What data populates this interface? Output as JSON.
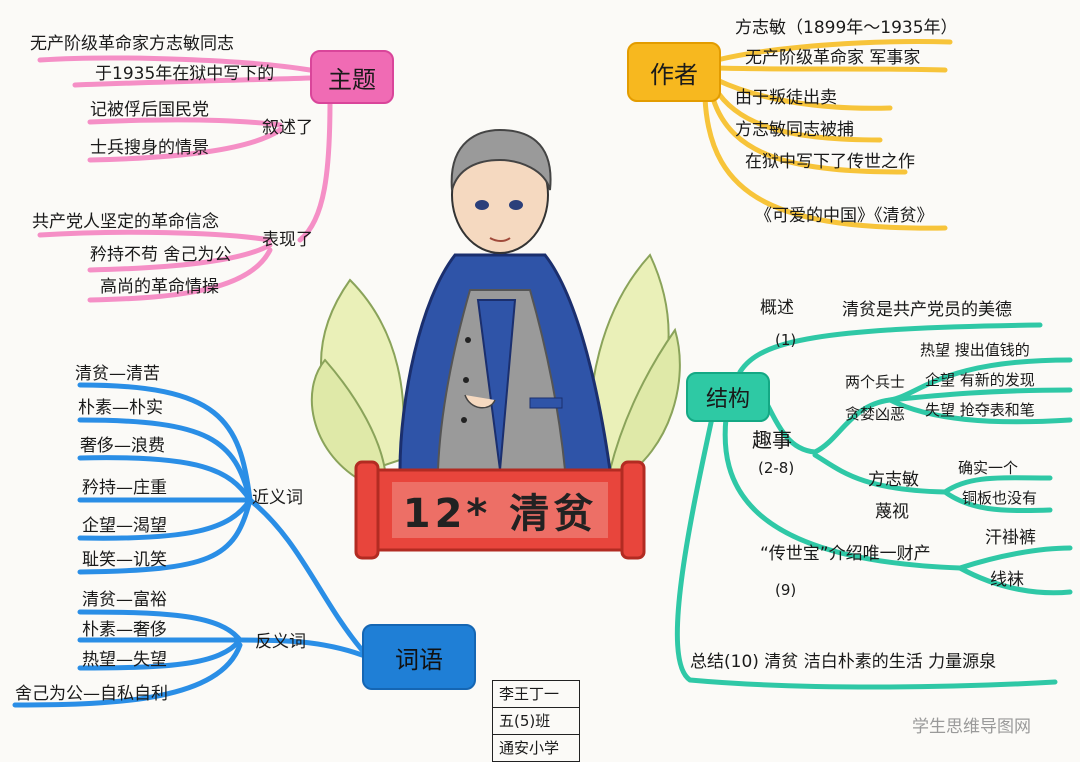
{
  "title": "12* 清贫",
  "topic": {
    "label": "主题",
    "lines": [
      "无产阶级革命家方志敏同志",
      "于1935年在狱中写下的",
      "记被俘后国民党",
      "士兵搜身的情景"
    ],
    "narrate_label": "叙述了",
    "express_label": "表现了",
    "express_lines": [
      "共产党人坚定的革命信念",
      "矜持不苟 舍己为公",
      "高尚的革命情操"
    ]
  },
  "author": {
    "label": "作者",
    "lines": [
      "方志敏（1899年～1935年）",
      "无产阶级革命家 军事家",
      "由于叛徒出卖",
      "方志敏同志被捕",
      "在狱中写下了传世之作",
      "《可爱的中国》《清贫》"
    ]
  },
  "structure": {
    "label": "结构",
    "overview_label": "概述",
    "overview_num": "(1)",
    "overview_text": "清贫是共产党员的美德",
    "story_label": "趣事",
    "story_num": "(2-8)",
    "soldiers_label": "两个兵士",
    "soldiers_sub": "贪婪凶恶",
    "soldiers_items": [
      "热望 搜出值钱的",
      "企望 有新的发现",
      "失望 抢夺表和笔"
    ],
    "fang_label": "方志敏",
    "fang_sub": "蔑视",
    "fang_items": [
      "确实一个",
      "铜板也没有"
    ],
    "heirloom_label": "“传世宝”介绍唯一财产",
    "heirloom_num": "(9)",
    "heirloom_items": [
      "汗褂裤",
      "线袜"
    ],
    "summary": "总结(10) 清贫 洁白朴素的生活 力量源泉"
  },
  "words": {
    "label": "词语",
    "synonym_label": "近义词",
    "synonyms": [
      "清贫—清苦",
      "朴素—朴实",
      "奢侈—浪费",
      "矜持—庄重",
      "企望—渴望",
      "耻笑—讥笑"
    ],
    "antonym_label": "反义词",
    "antonyms": [
      "清贫—富裕",
      "朴素—奢侈",
      "热望—失望",
      "舍己为公—自私自利"
    ]
  },
  "student": [
    "李王丁一",
    "五(5)班",
    "通安小学"
  ],
  "watermark": "学生思维导图网",
  "colors": {
    "topic": "#f06bb4",
    "author": "#f7b81f",
    "structure": "#2ec9a4",
    "words": "#1f7fd6",
    "scroll": "#e8453c"
  }
}
